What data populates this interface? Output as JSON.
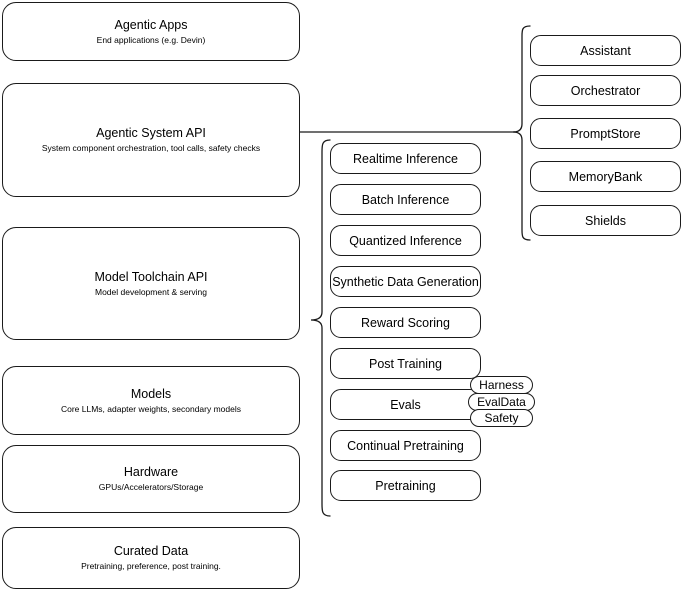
{
  "diagram": {
    "title": "AI stack layers diagram",
    "stroke_color": "#1a1a1a",
    "background_color": "#ffffff"
  },
  "layers": [
    {
      "title": "Agentic Apps",
      "subtitle": "End applications (e.g. Devin)"
    },
    {
      "title": "Agentic System API",
      "subtitle": "System component orchestration, tool calls, safety checks"
    },
    {
      "title": "Model Toolchain API",
      "subtitle": "Model development & serving"
    },
    {
      "title": "Models",
      "subtitle": "Core LLMs, adapter weights, secondary models"
    },
    {
      "title": "Hardware",
      "subtitle": "GPUs/Accelerators/Storage"
    },
    {
      "title": "Curated Data",
      "subtitle": "Pretraining, preference, post training."
    }
  ],
  "toolchain_components": [
    {
      "label": "Realtime Inference"
    },
    {
      "label": "Batch Inference"
    },
    {
      "label": "Quantized Inference"
    },
    {
      "label": "Synthetic Data Generation"
    },
    {
      "label": "Reward Scoring"
    },
    {
      "label": "Post Training"
    },
    {
      "label": "Evals"
    },
    {
      "label": "Continual Pretraining"
    },
    {
      "label": "Pretraining"
    }
  ],
  "agentic_components": [
    {
      "label": "Assistant"
    },
    {
      "label": "Orchestrator"
    },
    {
      "label": "PromptStore"
    },
    {
      "label": "MemoryBank"
    },
    {
      "label": "Shields"
    }
  ],
  "eval_badges": [
    {
      "label": "Harness"
    },
    {
      "label": "EvalData"
    },
    {
      "label": "Safety"
    }
  ]
}
